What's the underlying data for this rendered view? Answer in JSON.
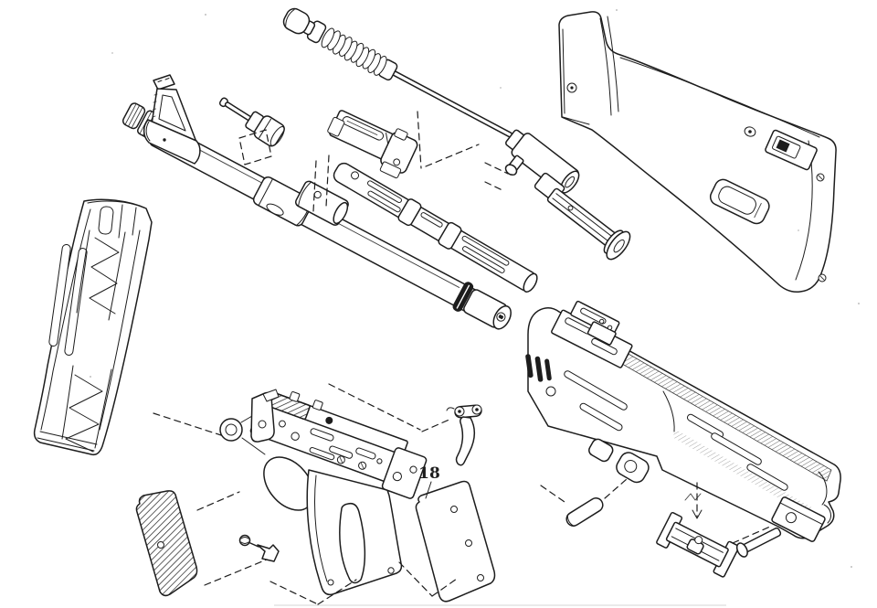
{
  "page": {
    "background_color": "#ffffff",
    "ink_color": "#1d1d1d",
    "figure_type": "exploded parts diagram",
    "description": "Black-and-white exploded-view line illustration of a field-stripped automatic rifle (StG-44 style): stock, magazine, barrel casing, recoil spring, bolt, receiver, trigger housing, grip panels and small pins laid out diagonally."
  },
  "labels": {
    "part_18": {
      "text": "18",
      "points_to": "right grip panel"
    }
  },
  "parts": {
    "list": [
      "recoil spring assembly with buffer knob",
      "front sight assembly with knurled nut",
      "barrel casing tube with band, locking ring and end cap",
      "handguard rear cylinder",
      "fluted gas tube with bands",
      "firing pin and plunger",
      "bolt",
      "barrel socket with gas cylinder and flanged cap",
      "buttstock with sling slot and latch fitting",
      "curved box magazine with follower spring",
      "receiver housing with rear sight",
      "receiver lugs and rear bracket",
      "trigger housing with grip frame",
      "trigger with pivot sleeve",
      "hammer lever and grip screw",
      "left grip panel (checkered)",
      "right grip panel (part 18)",
      "retaining pins and screw bolt",
      "catch block"
    ]
  }
}
